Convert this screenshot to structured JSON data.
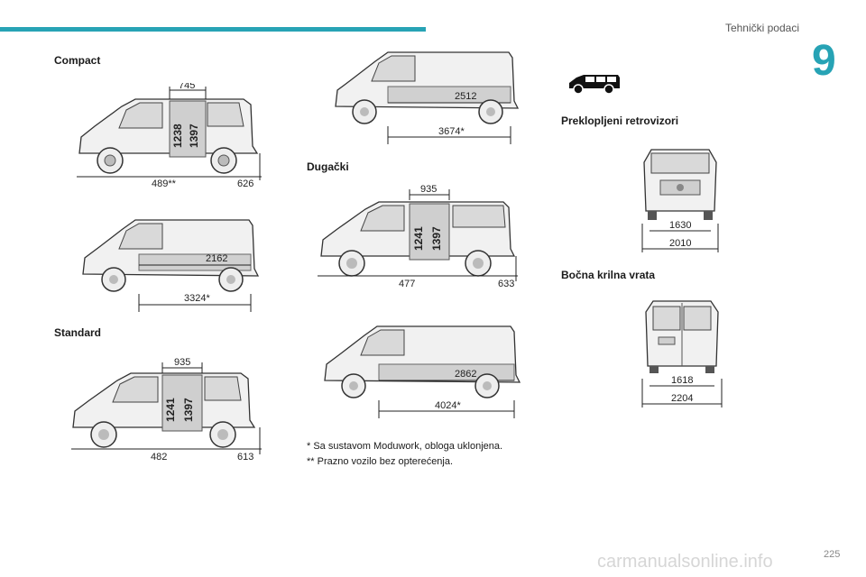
{
  "header": {
    "title": "Tehnički podaci",
    "chapter": "9"
  },
  "sections": {
    "compact": "Compact",
    "standard": "Standard",
    "long": "Dugački",
    "folded_mirrors": "Preklopljeni retrovizori",
    "side_doors": "Bočna krilna vrata"
  },
  "figures": {
    "compact_side": {
      "top": "745",
      "h1": "1238",
      "h2": "1397",
      "left": "489**",
      "right": "626"
    },
    "compact_van": {
      "inner": "2162",
      "total": "3324*"
    },
    "standard_side": {
      "top": "935",
      "h1": "1241",
      "h2": "1397",
      "left": "482",
      "right": "613"
    },
    "standard_van": {
      "inner": "2512",
      "total": "3674*"
    },
    "long_side": {
      "top": "935",
      "h1": "1241",
      "h2": "1397",
      "left": "477",
      "right": "633"
    },
    "long_van": {
      "inner": "2862",
      "total": "4024*"
    },
    "front": {
      "w1": "1630",
      "w2": "2010"
    },
    "rear": {
      "w1": "1618",
      "w2": "2204"
    }
  },
  "notes": {
    "n1": "* Sa sustavom Moduwork, obloga uklonjena.",
    "n2": "** Prazno vozilo bez opterećenja."
  },
  "footer": {
    "page": "225",
    "watermark": "carmanualsonline.info"
  }
}
